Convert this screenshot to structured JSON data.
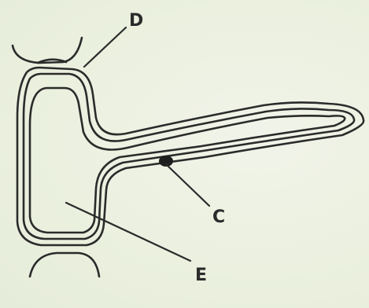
{
  "labels": {
    "d": "D",
    "c": "C",
    "e": "E"
  }
}
